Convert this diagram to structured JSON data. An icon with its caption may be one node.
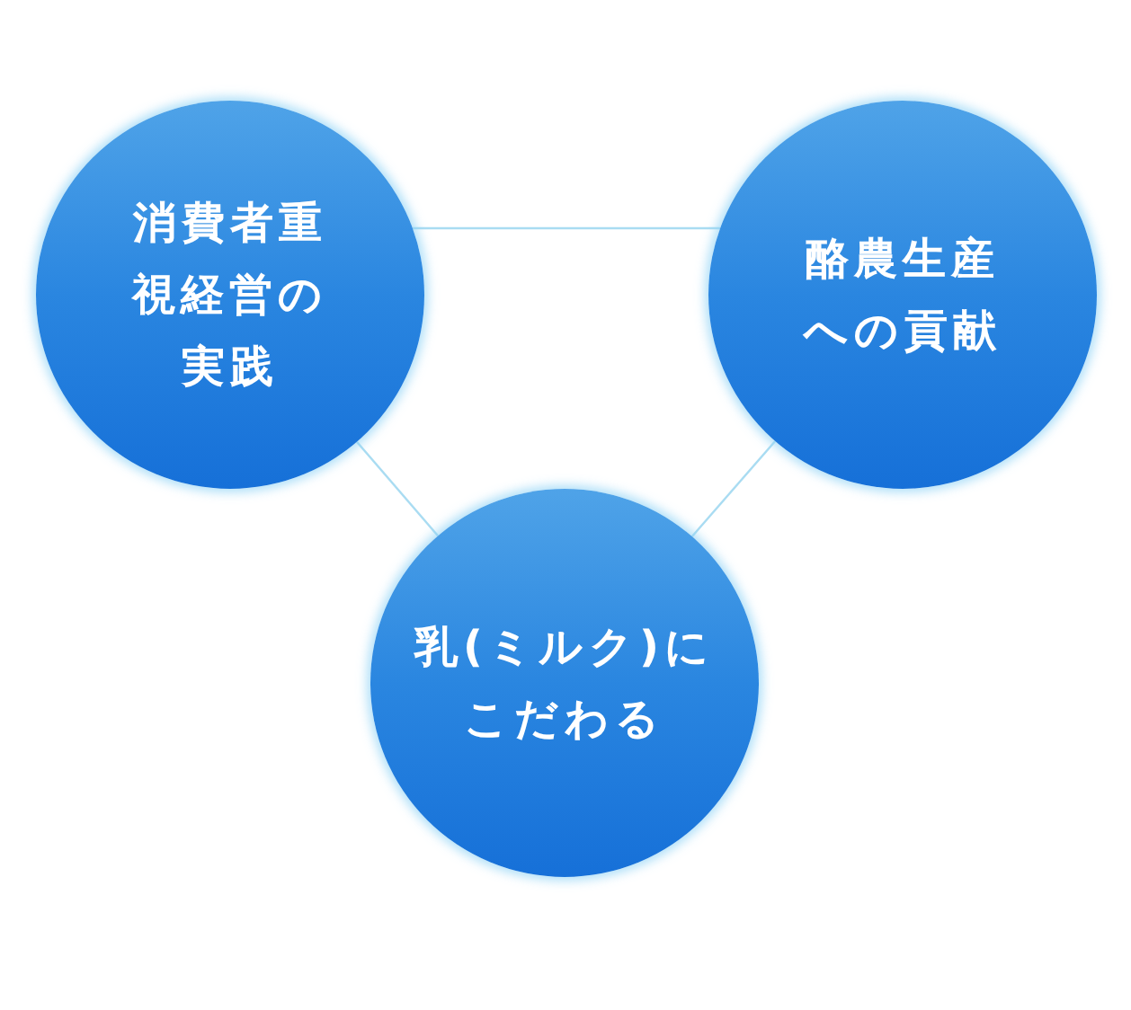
{
  "diagram": {
    "nodes": [
      {
        "text": [
          "消費者重視経営の実践"
        ]
      },
      {
        "text": [
          "酪農生産への貢献"
        ]
      },
      {
        "text": [
          "乳(ミルク)にこだわる"
        ]
      }
    ],
    "edges": [
      {
        "from": 0,
        "to": 1,
        "arrow": "none"
      },
      {
        "from": 0,
        "to": 2,
        "arrow": "none"
      },
      {
        "from": 1,
        "to": 2,
        "arrow": "none"
      }
    ]
  }
}
